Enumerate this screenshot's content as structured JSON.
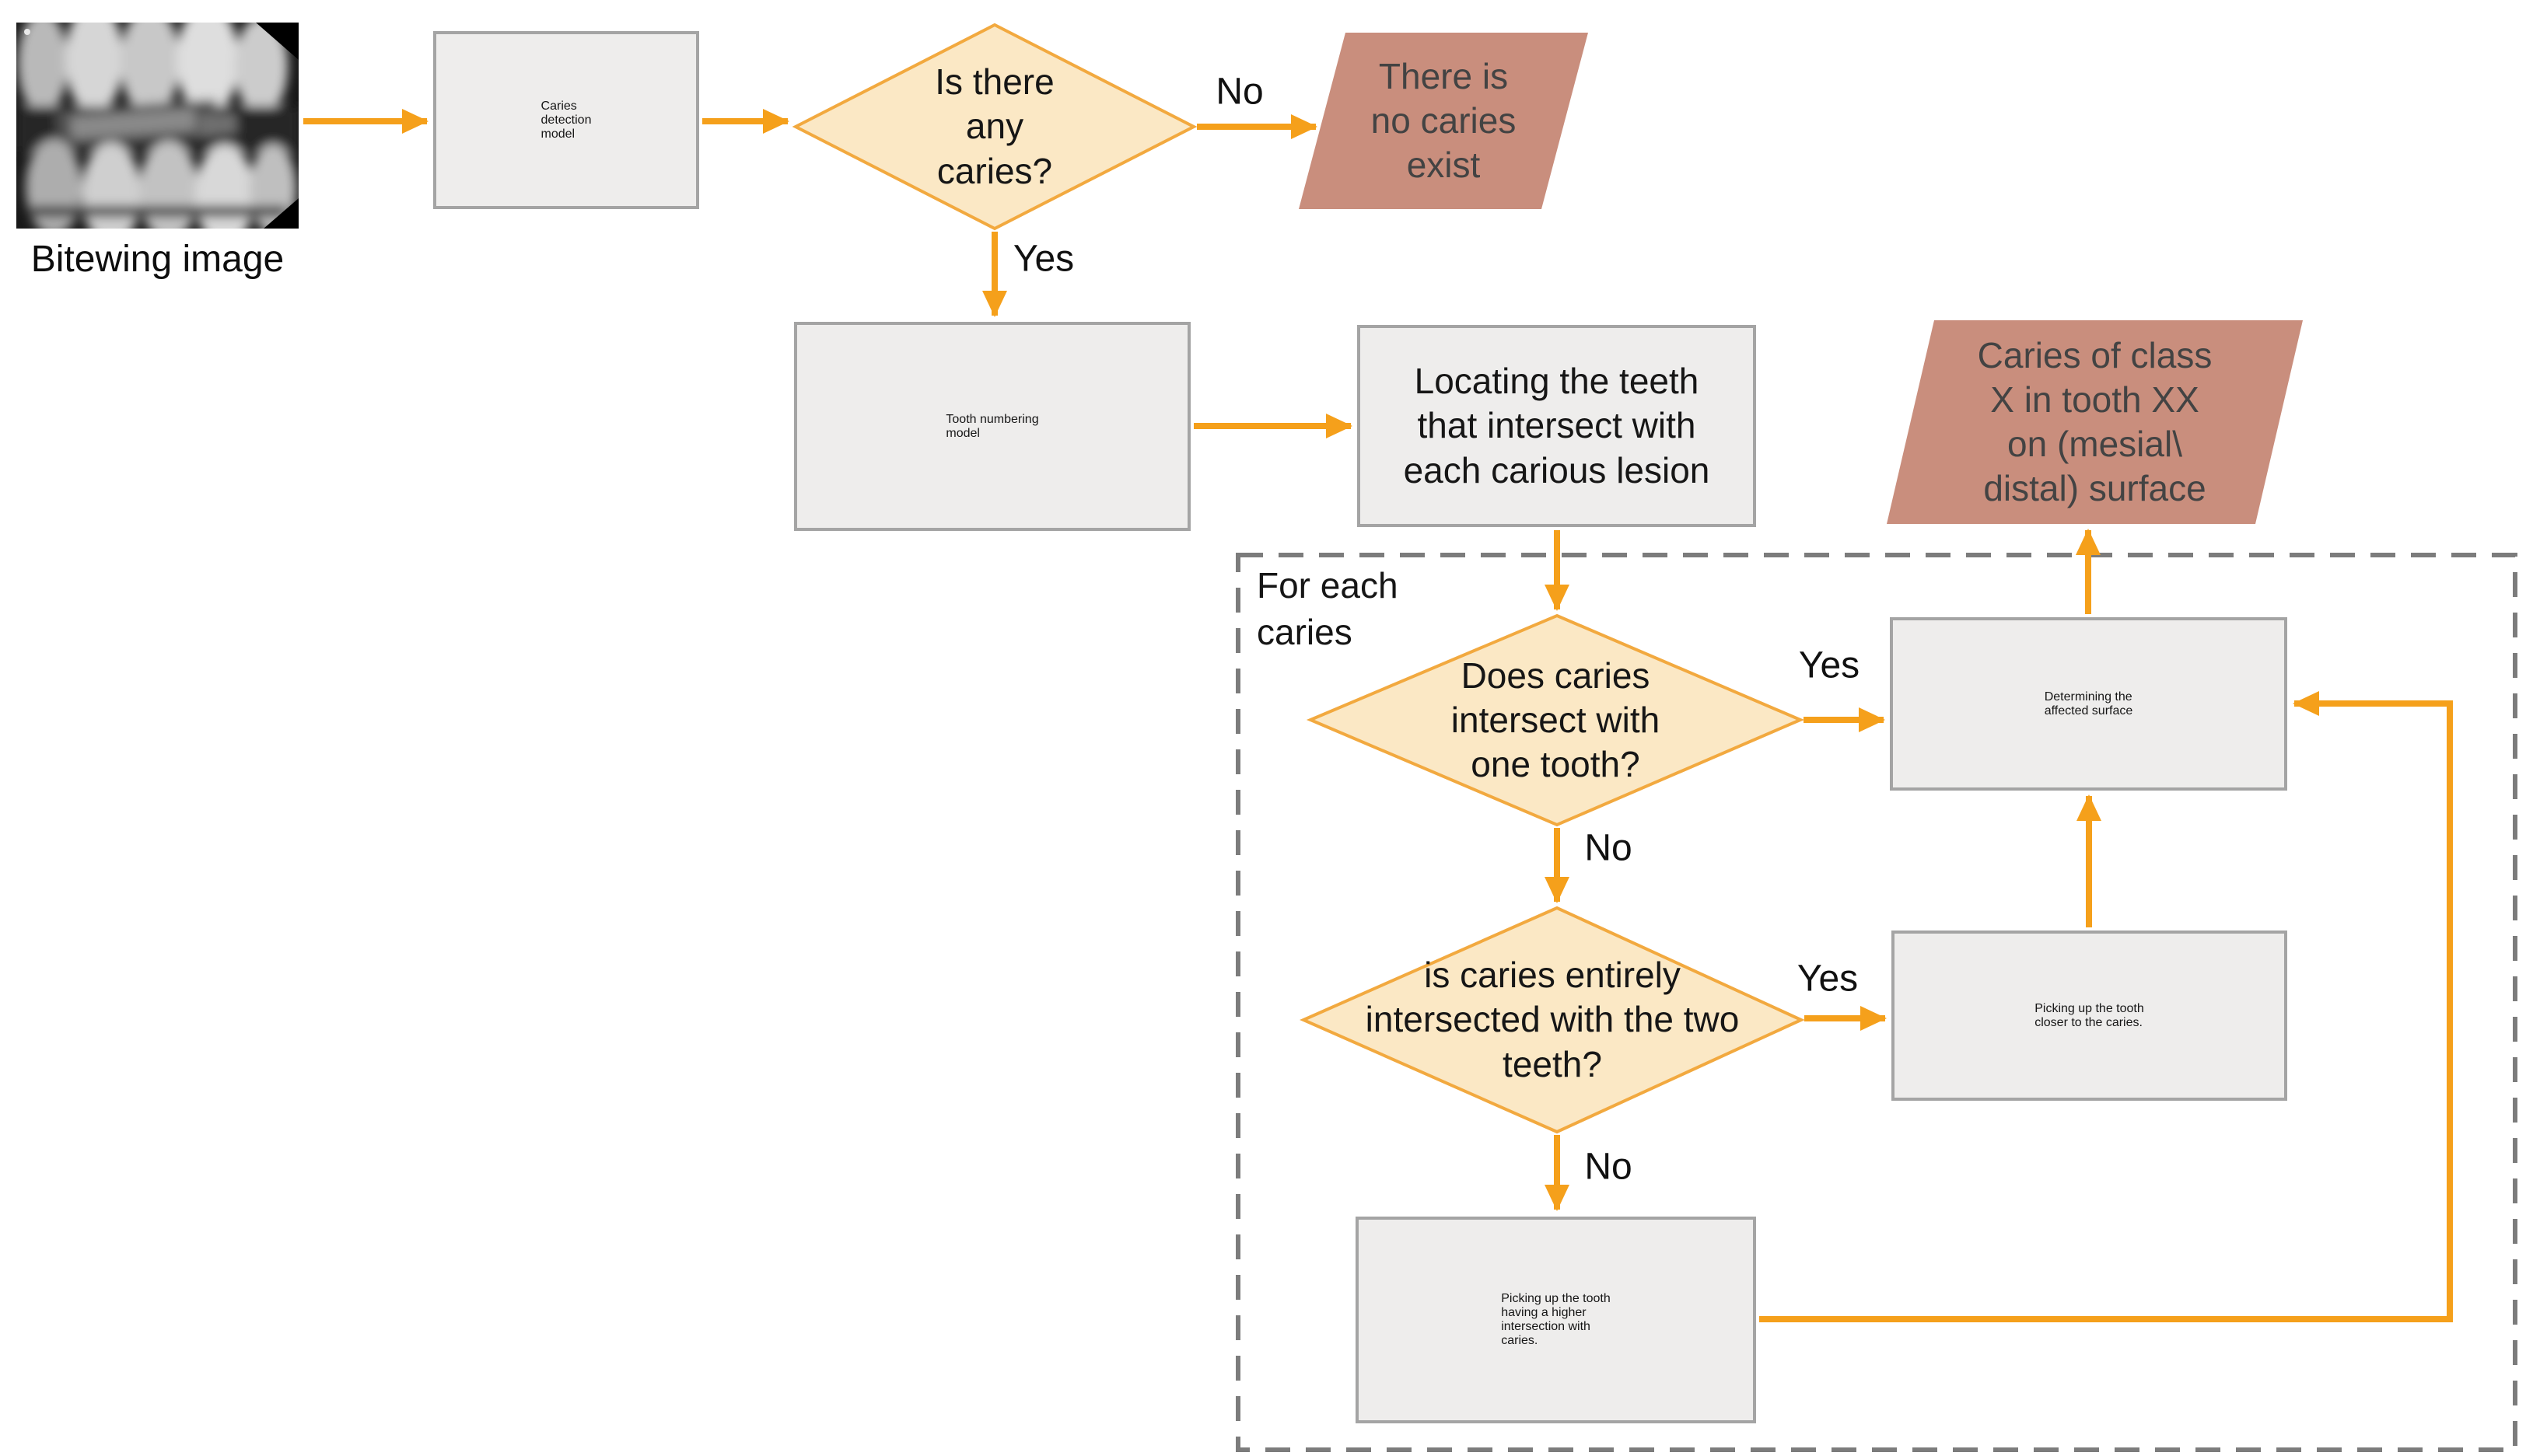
{
  "colors": {
    "arrow": "#F5A01B",
    "diamond_fill": "#FBE8C5",
    "diamond_border": "#F2A93F",
    "process_box_fill": "#EEEDEC",
    "process_box_border": "#A4A4A4",
    "output_parallelogram_fill": "#C98E7D",
    "output_text": "#434343",
    "dashed_loop_border": "#7C7C7C"
  },
  "nodes": {
    "bitewing_caption": "Bitewing image",
    "caries_detection": "Caries\ndetection\nmodel",
    "any_caries_q": "Is there\nany\ncaries?",
    "no_caries_result": "There is\nno caries\nexist",
    "tooth_numbering": "Tooth numbering\nmodel",
    "locating_teeth": "Locating the teeth\nthat intersect with\neach carious lesion",
    "caries_class_result": "Caries of class\nX in tooth XX\non (mesial\\\ndistal) surface",
    "one_tooth_q": "Does caries\nintersect with\none tooth?",
    "determining_surface": "Determining the\naffected surface",
    "two_teeth_q": "is caries entirely\nintersected with the two\nteeth?",
    "picking_closer": "Picking up the tooth\ncloser to the caries.",
    "picking_higher": "Picking up the tooth\nhaving a higher\nintersection with\ncaries."
  },
  "loop": {
    "label": "For each\ncaries"
  },
  "edge_labels": {
    "no_any_caries": "No",
    "yes_any_caries": "Yes",
    "yes_one_tooth": "Yes",
    "no_one_tooth": "No",
    "yes_two_teeth": "Yes",
    "no_two_teeth": "No"
  }
}
